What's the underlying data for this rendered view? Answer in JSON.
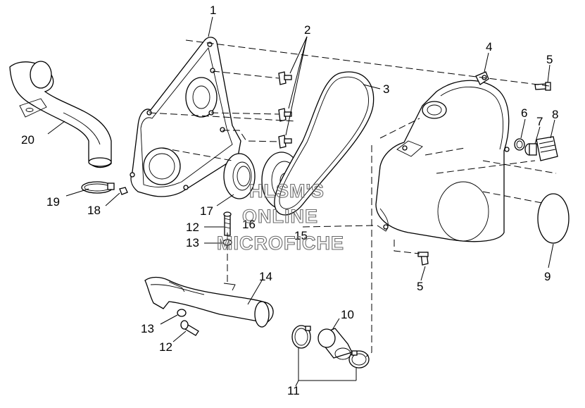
{
  "labels": {
    "p1": "1",
    "p2": "2",
    "p3": "3",
    "p4": "4",
    "p5a": "5",
    "p5b": "5",
    "p6": "6",
    "p7": "7",
    "p8": "8",
    "p9": "9",
    "p10": "10",
    "p11": "11",
    "p12a": "12",
    "p12b": "12",
    "p13a": "13",
    "p13b": "13",
    "p14": "14",
    "p15": "15",
    "p16": "16",
    "p17": "17",
    "p18": "18",
    "p19": "19",
    "p20": "20"
  },
  "watermark": {
    "line1": "HLSM'S",
    "line2": "ONLINE",
    "line3": "MICROFICHE"
  },
  "colors": {
    "ink": "#000000",
    "watermark": "#6a6a6a",
    "background": "#ffffff"
  }
}
